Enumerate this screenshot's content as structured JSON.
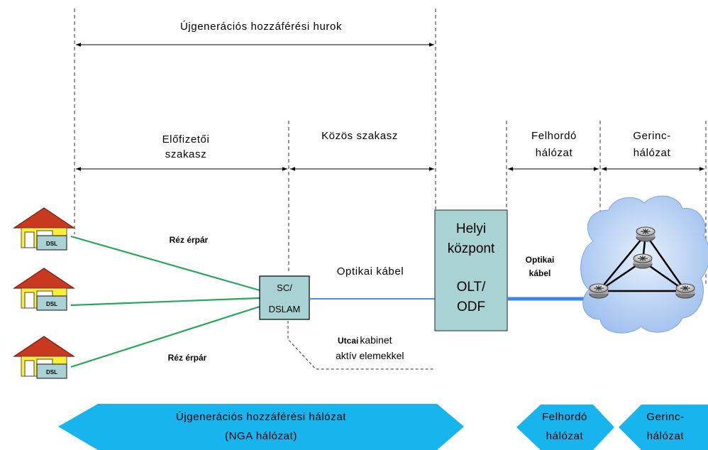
{
  "labels": {
    "top_span": "Újgenerációs hozzáférési hurok",
    "subscriber_line1": "Előfizetői",
    "subscriber_line2": "szakasz",
    "common_section": "Közös szakasz",
    "feeder_line1": "Felhordó",
    "feeder_line2": "hálózat",
    "core_line1": "Gerinc-",
    "core_line2": "hálózat",
    "copper_pair_1": "Réz érpár",
    "copper_pair_2": "Réz érpár",
    "optical_cable": "Optikai kábel",
    "optical_line1": "Optikai",
    "optical_line2": "kábel",
    "cabinet_line1_bold": "Utcai",
    "cabinet_line1_rest": "kabinet",
    "cabinet_line2": "aktív elemekkel"
  },
  "houses": [
    {
      "badge": "DSL"
    },
    {
      "badge": "DSL"
    },
    {
      "badge": "DSL"
    }
  ],
  "dslam_box": {
    "line1": "SC/",
    "line2": "DSLAM"
  },
  "central_office": {
    "line1": "Helyi",
    "line2": "központ",
    "line3": "OLT/",
    "line4": "ODF"
  },
  "bands": {
    "nga_line1": "Újgenerációs hozzáférési hálózat",
    "nga_line2": "(NGA hálózat)",
    "feeder_line1": "Felhordó",
    "feeder_line2": "hálózat",
    "core_line1": "Gerinc-",
    "core_line2": "hálózat"
  },
  "colors": {
    "copper": "#23a85a",
    "fiber": "#4f8fe0",
    "band": "#18b4ee",
    "box_fill": "#a9d2d4",
    "house_roof": "#c8391f",
    "house_body": "#ffee33",
    "cloud": "#b9d2f4"
  }
}
